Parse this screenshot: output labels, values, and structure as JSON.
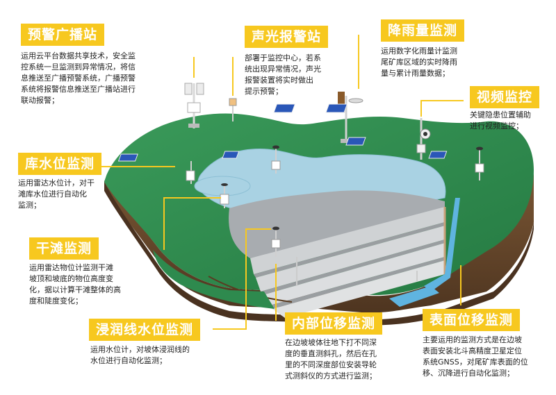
{
  "colors": {
    "accent": "#f7c81f",
    "grass": "#2e8a4e",
    "water": "#a9d2e3",
    "soil": "#6b4a2c",
    "dry_beach": "#a8acb0"
  },
  "sections": {
    "broadcast": {
      "title": "预警广播站",
      "lines": [
        "运用云平台数据共享技术，安全监",
        "控系统一旦监测到异常情况，将信",
        "息推送至广播预警系统，广播预警",
        "系统将报警信息推送至广播站进行",
        "联动报警；"
      ]
    },
    "sound_light": {
      "title": "声光报警站",
      "lines": [
        "部署于监控中心，若系",
        "统出现异常情况，声光",
        "报警装置将实时做出",
        "提示预警；"
      ]
    },
    "rainfall": {
      "title": "降雨量监测",
      "lines": [
        "运用数字化雨量计监测",
        "尾矿库区域的实时降雨",
        "量与累计雨量数据；"
      ]
    },
    "video": {
      "title": "视频监控",
      "lines": [
        "关键隐患位置辅助",
        "进行视频监控；"
      ]
    },
    "reservoir_level": {
      "title": "库水位监测",
      "lines": [
        "运用雷达水位计，对干",
        "滩库水位进行自动化",
        "监测；"
      ]
    },
    "dry_beach": {
      "title": "干滩监测",
      "lines": [
        "运用雷达物位计监测干滩",
        "坡顶和坡底的物位高度变",
        "化，据以计算干滩整体的高",
        "度和陡度变化；"
      ]
    },
    "seepage": {
      "title": "浸润线水位监测",
      "lines": [
        "运用水位计，对坡体浸润线的",
        "水位进行自动化监测；"
      ]
    },
    "internal_disp": {
      "title": "内部位移监测",
      "lines": [
        "在边坡坡体往地下打不同深",
        "度的垂直测斜孔，然后在孔",
        "里的不同深度部位安装导轮",
        "式测斜仪的方式进行监测；"
      ]
    },
    "surface_disp": {
      "title": "表面位移监测",
      "lines": [
        "主要运用的监测方式是在边坡",
        "表面安装北斗高精度卫星定位",
        "系统GNSS，对尾矿库表面的位",
        "移、沉降进行自动化监测；"
      ]
    }
  }
}
